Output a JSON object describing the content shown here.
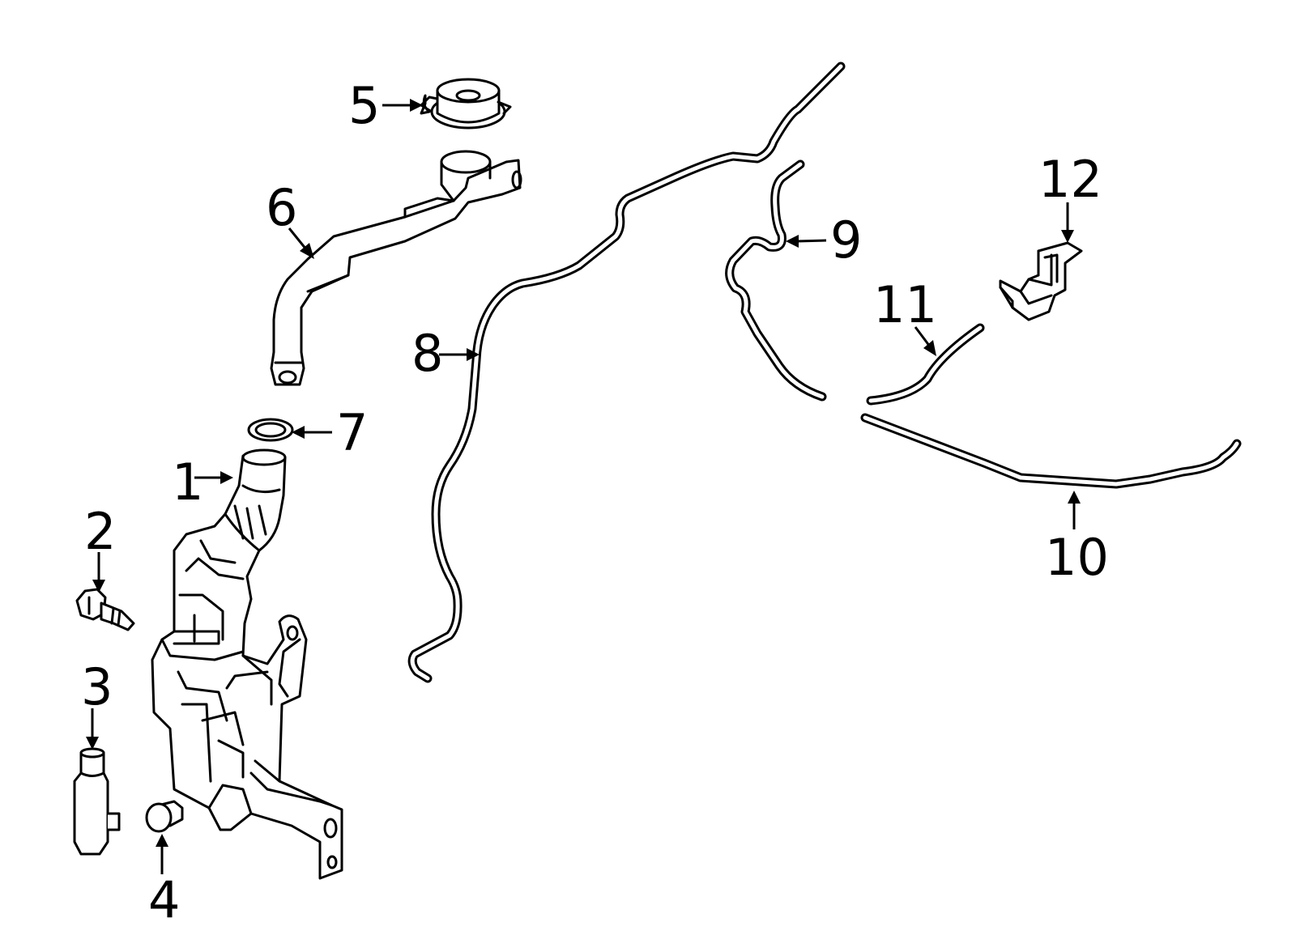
{
  "callouts": [
    {
      "id": "1",
      "label": "1"
    },
    {
      "id": "2",
      "label": "2"
    },
    {
      "id": "3",
      "label": "3"
    },
    {
      "id": "4",
      "label": "4"
    },
    {
      "id": "5",
      "label": "5"
    },
    {
      "id": "6",
      "label": "6"
    },
    {
      "id": "7",
      "label": "7"
    },
    {
      "id": "8",
      "label": "8"
    },
    {
      "id": "9",
      "label": "9"
    },
    {
      "id": "10",
      "label": "10"
    },
    {
      "id": "11",
      "label": "11"
    },
    {
      "id": "12",
      "label": "12"
    }
  ],
  "style": {
    "line_color": "#000000",
    "background": "#ffffff"
  }
}
